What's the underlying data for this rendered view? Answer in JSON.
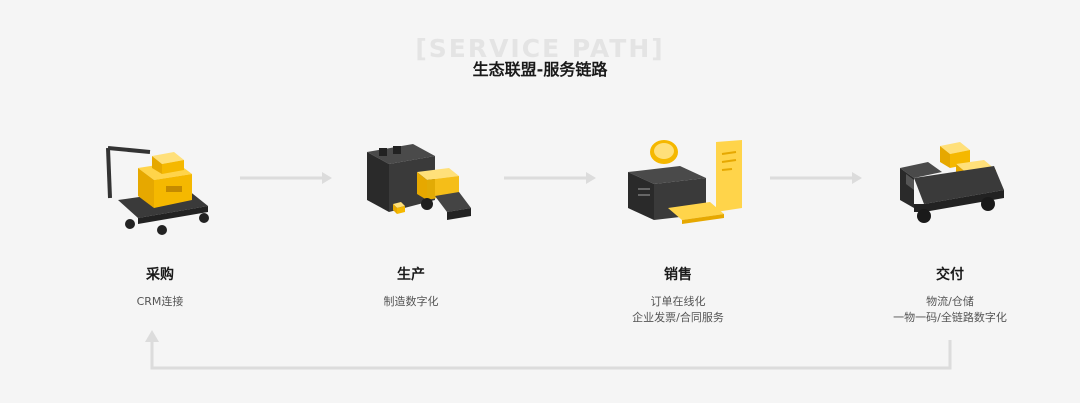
{
  "header": {
    "bg_title": "[SERVICE PATH]",
    "title": "生态联盟-服务链路"
  },
  "steps": [
    {
      "title": "采购",
      "desc": [
        "CRM连接"
      ]
    },
    {
      "title": "生产",
      "desc": [
        "制造数字化"
      ]
    },
    {
      "title": "销售",
      "desc": [
        "订单在线化",
        "企业发票/合同服务"
      ]
    },
    {
      "title": "交付",
      "desc": [
        "物流/仓储",
        "一物一码/全链路数字化"
      ]
    }
  ],
  "colors": {
    "accent": "#f5b800",
    "dark": "#2e2e2e",
    "arrow": "#dcdcdc"
  }
}
